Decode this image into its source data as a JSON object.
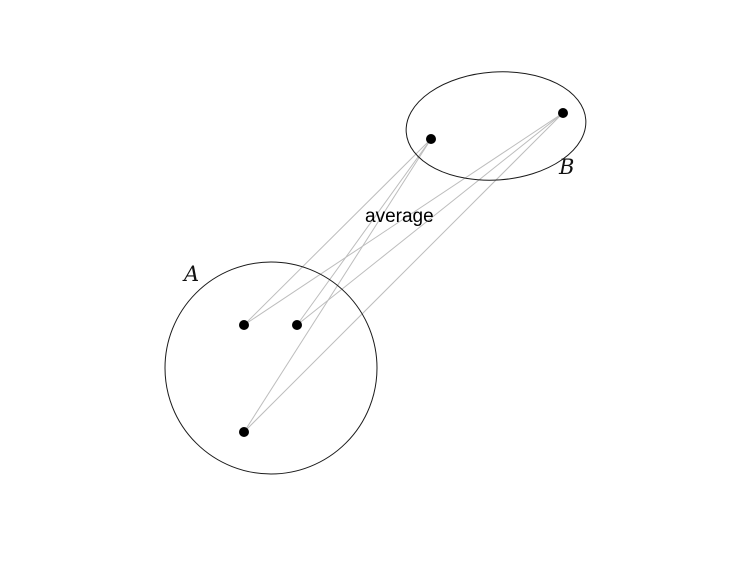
{
  "labels": {
    "set_a": "A",
    "set_b": "B",
    "method": "average"
  },
  "colors": {
    "outline": "#1a1a1a",
    "link": "#bdbdbd",
    "point": "#000000"
  }
}
